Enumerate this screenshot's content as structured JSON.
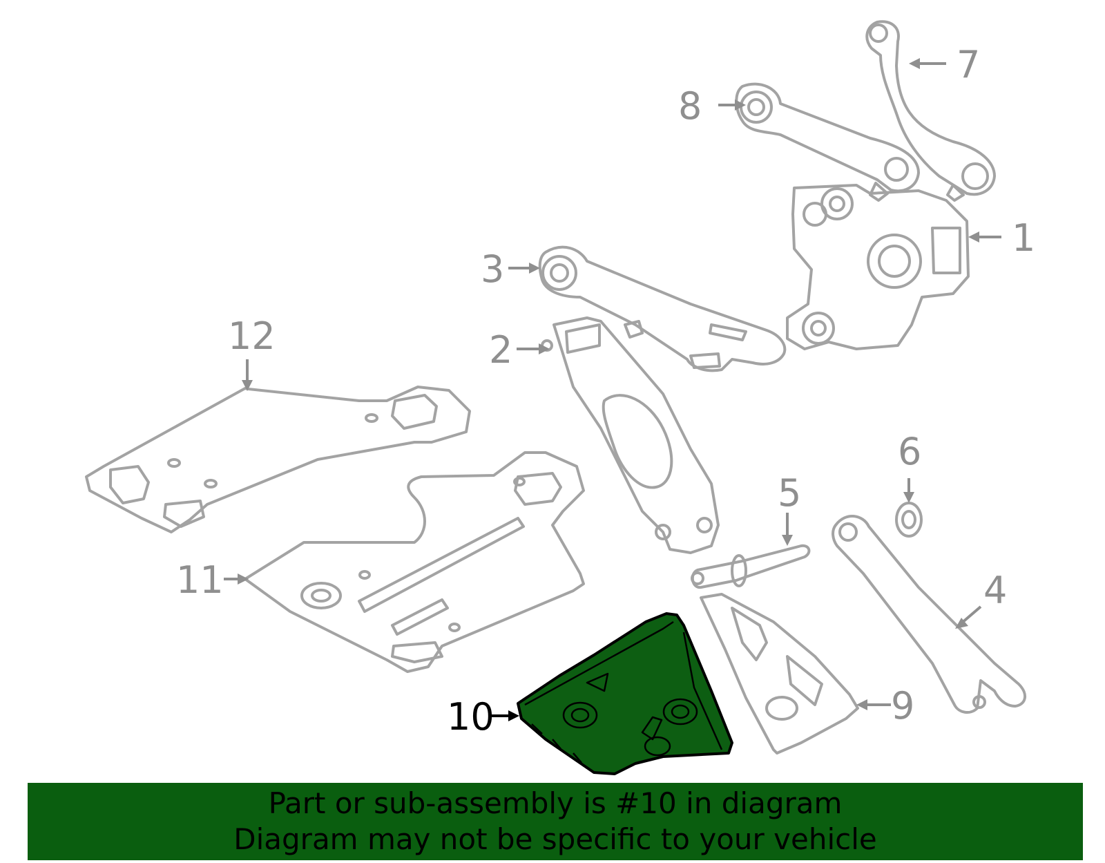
{
  "labels": {
    "l1": "1",
    "l2": "2",
    "l3": "3",
    "l4": "4",
    "l5": "5",
    "l6": "6",
    "l7": "7",
    "l8": "8",
    "l9": "9",
    "l10": "10",
    "l11": "11",
    "l12": "12"
  },
  "highlight": {
    "part_number": "10",
    "fill_color": "#0d5e12"
  },
  "banner": {
    "line1": "Part or sub-assembly is #10 in diagram",
    "line2": "Diagram may not be specific to your vehicle",
    "background_color": "#0a5e0f"
  }
}
